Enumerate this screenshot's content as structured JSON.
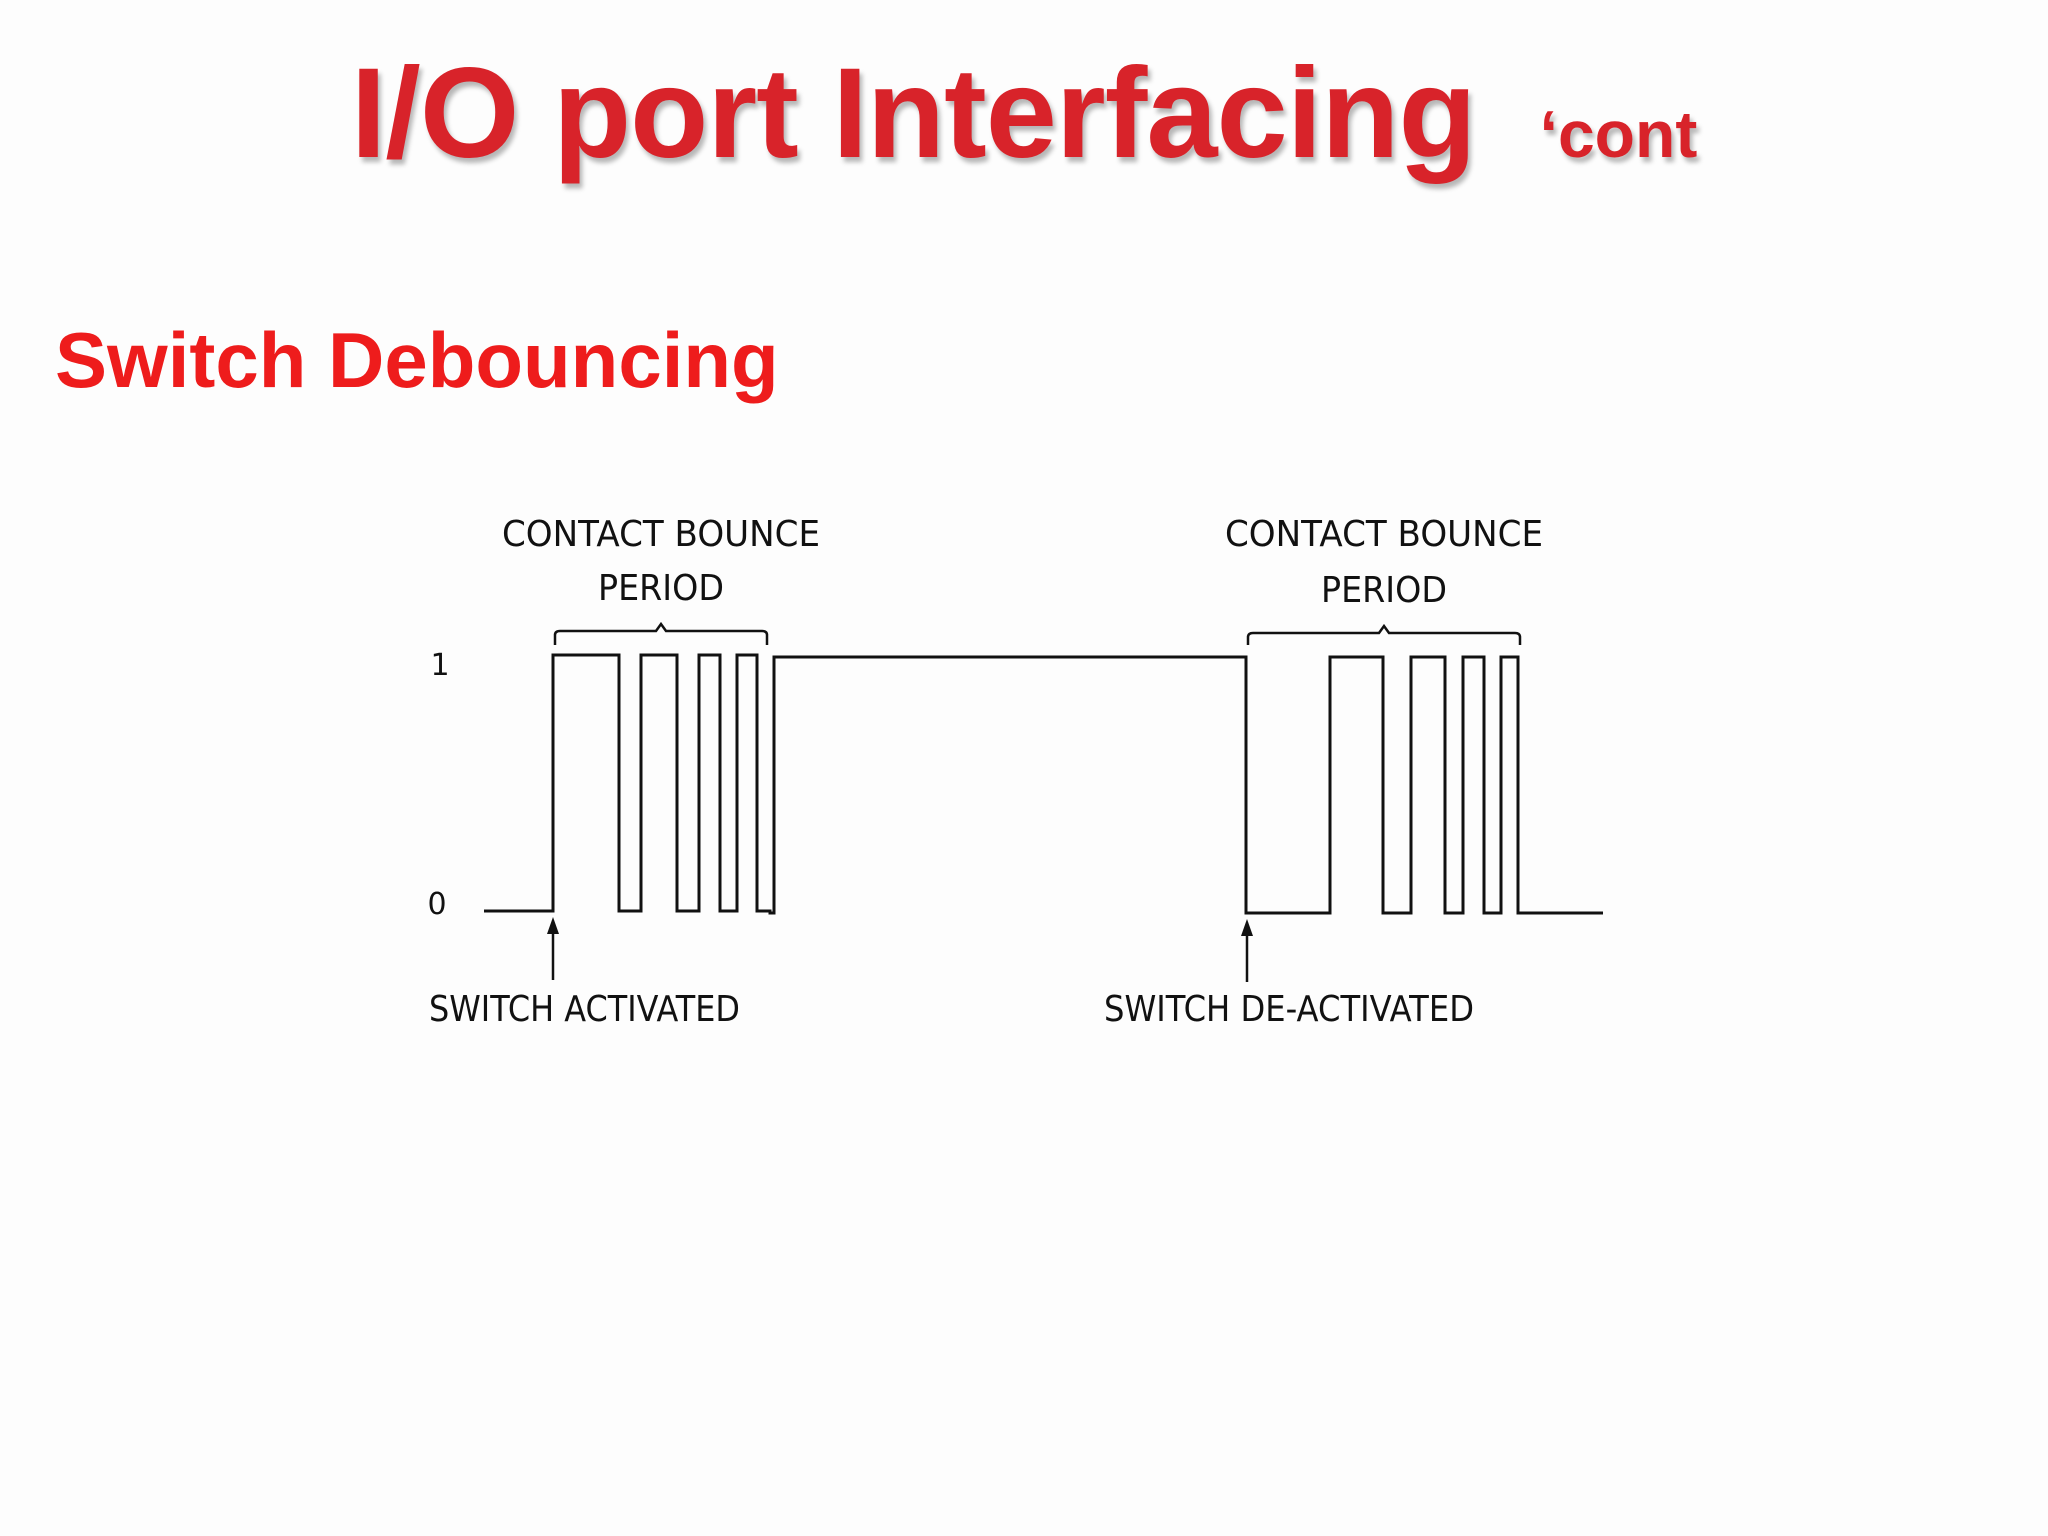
{
  "slide": {
    "title": "I/O port Interfacing",
    "title_suffix": "‘cont",
    "subtitle": "Switch Debouncing",
    "title_color": "#d8232a",
    "subtitle_color": "#ee1c1c"
  },
  "diagram": {
    "y_levels": {
      "high": "1",
      "low": "0"
    },
    "bounce_label_1": {
      "line1": "CONTACT BOUNCE",
      "line2": "PERIOD"
    },
    "bounce_label_2": {
      "line1": "CONTACT BOUNCE",
      "line2": "PERIOD"
    },
    "event_activated": "SWITCH ACTIVATED",
    "event_deactivated": "SWITCH DE-ACTIVATED"
  }
}
